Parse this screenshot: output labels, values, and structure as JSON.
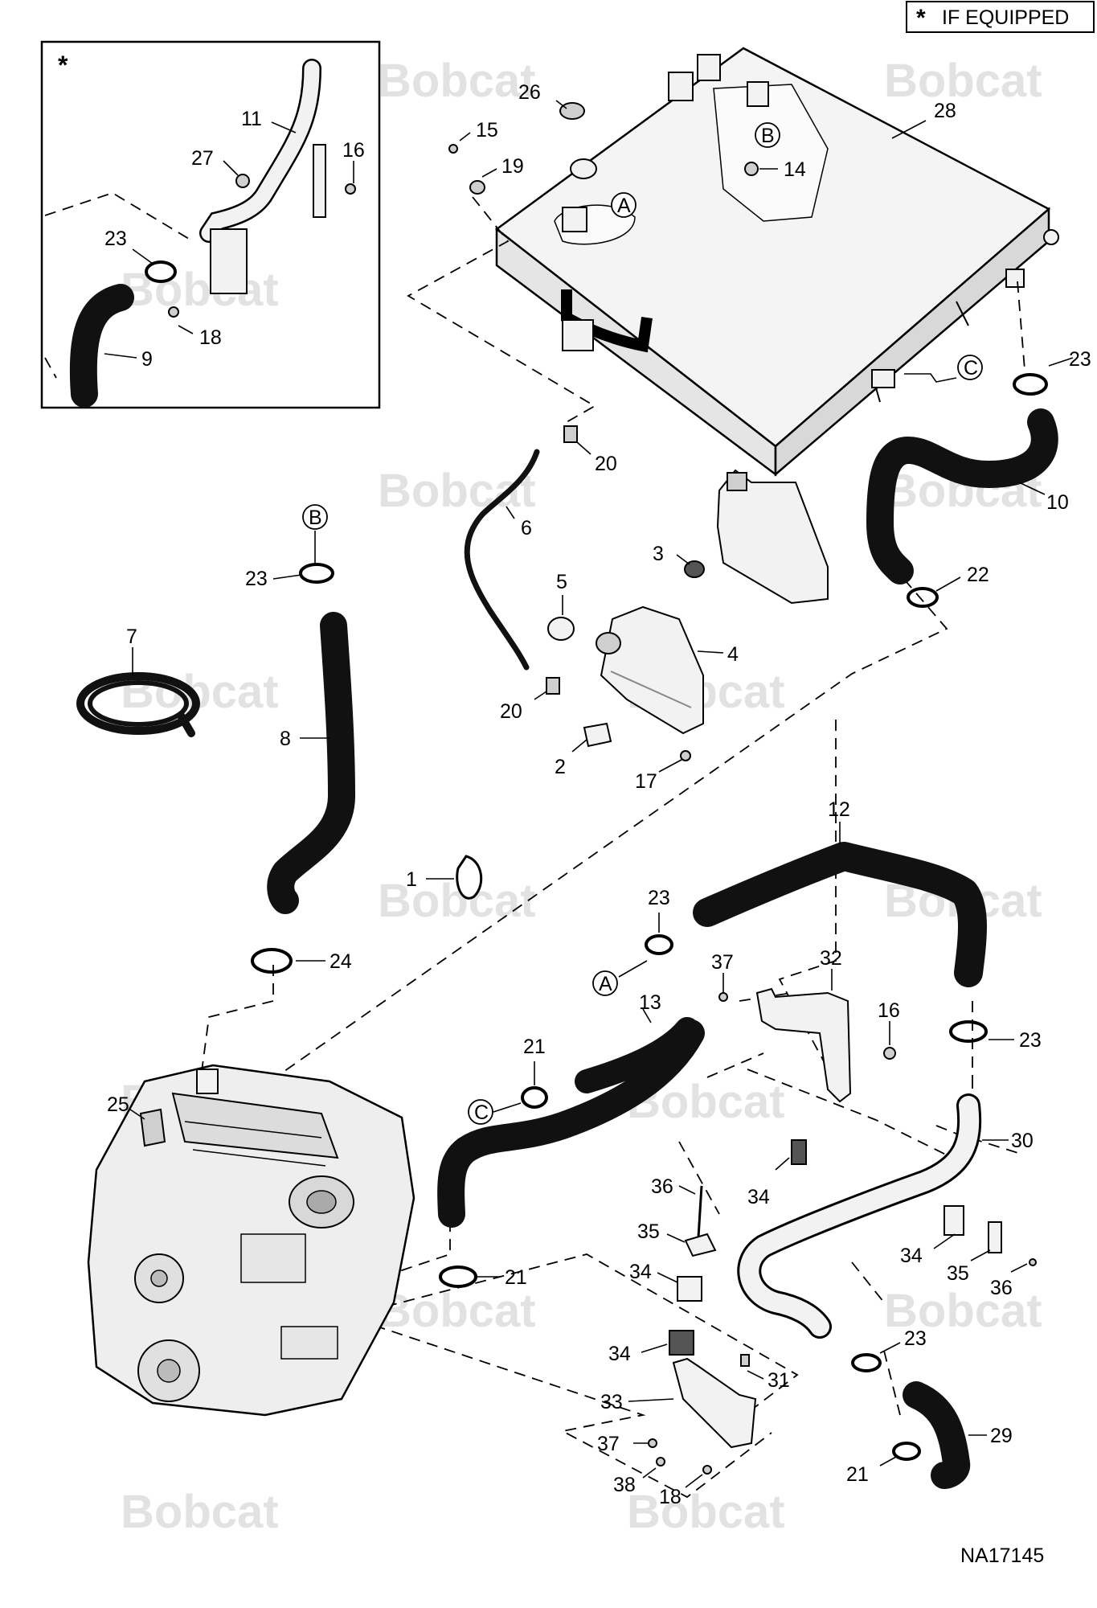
{
  "header": {
    "if_equipped": "IF EQUIPPED",
    "asterisk": "*"
  },
  "inset": {
    "asterisk": "*"
  },
  "drawing_number": "NA17145",
  "watermark": {
    "text": "Bobcat"
  },
  "callouts": {
    "a": "A",
    "b": "B",
    "c": "C"
  },
  "labels": {
    "n1": "1",
    "n2": "2",
    "n3": "3",
    "n4": "4",
    "n5": "5",
    "n6": "6",
    "n7": "7",
    "n8": "8",
    "n9": "9",
    "n10": "10",
    "n11": "11",
    "n12": "12",
    "n13": "13",
    "n14": "14",
    "n15": "15",
    "n16": "16",
    "n17": "17",
    "n18": "18",
    "n19": "19",
    "n20": "20",
    "n21": "21",
    "n22": "22",
    "n23": "23",
    "n24": "24",
    "n25": "25",
    "n26": "26",
    "n27": "27",
    "n28": "28",
    "n29": "29",
    "n30": "30",
    "n31": "31",
    "n32": "32",
    "n33": "33",
    "n34": "34",
    "n35": "35",
    "n36": "36",
    "n37": "37",
    "n38": "38"
  }
}
